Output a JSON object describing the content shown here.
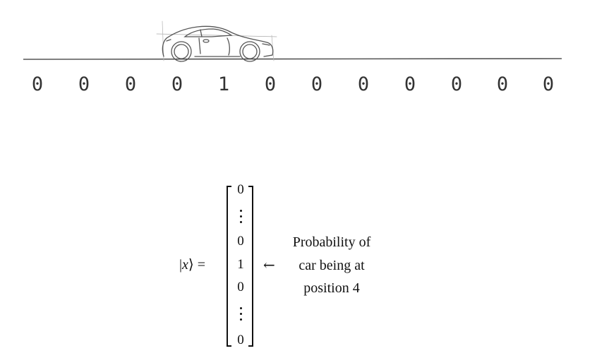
{
  "track": {
    "cells": [
      "0",
      "0",
      "0",
      "0",
      "1",
      "0",
      "0",
      "0",
      "0",
      "0",
      "0",
      "0"
    ]
  },
  "car": {
    "icon": "sports-car-sketch-icon"
  },
  "equation": {
    "ket_symbol": "x",
    "equals": "=",
    "vector_entries": [
      "0",
      "0",
      "1",
      "0",
      "0"
    ],
    "arrow": "←",
    "annotation_lines": [
      "Probability of",
      "car being at",
      "position 4"
    ]
  }
}
